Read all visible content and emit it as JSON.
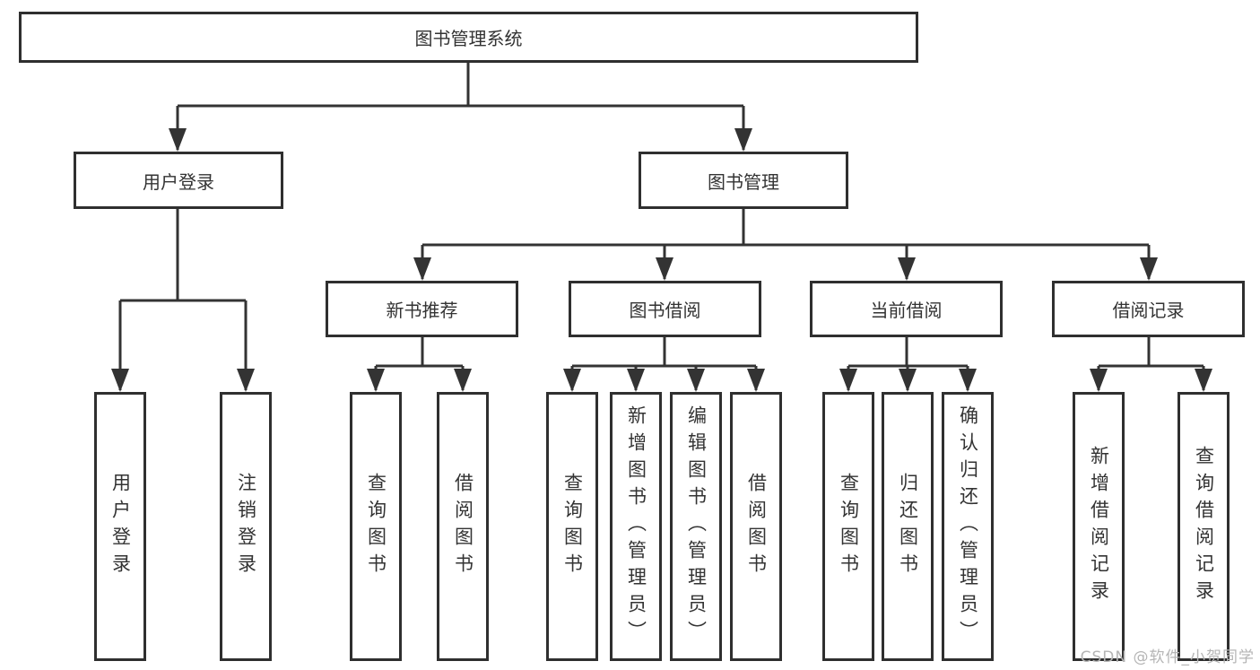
{
  "diagram": {
    "title": "图书管理系统",
    "colors": {
      "line": "#333333",
      "border": "#2f2f2f",
      "text": "#333333",
      "box_bg": "#ffffff"
    },
    "tree": {
      "label": "图书管理系统",
      "children": [
        {
          "label": "用户登录",
          "children": [
            {
              "label": "用户登录"
            },
            {
              "label": "注销登录"
            }
          ]
        },
        {
          "label": "图书管理",
          "children": [
            {
              "label": "新书推荐",
              "children": [
                {
                  "label": "查询图书"
                },
                {
                  "label": "借阅图书"
                }
              ]
            },
            {
              "label": "图书借阅",
              "children": [
                {
                  "label": "查询图书"
                },
                {
                  "label": "新增图书（管理员）"
                },
                {
                  "label": "编辑图书（管理员）"
                },
                {
                  "label": "借阅图书"
                }
              ]
            },
            {
              "label": "当前借阅",
              "children": [
                {
                  "label": "查询图书"
                },
                {
                  "label": "归还图书"
                },
                {
                  "label": "确认归还（管理员）"
                }
              ]
            },
            {
              "label": "借阅记录",
              "children": [
                {
                  "label": "新增借阅记录"
                },
                {
                  "label": "查询借阅记录"
                }
              ]
            }
          ]
        }
      ]
    }
  },
  "watermark": {
    "text": "CSDN @软件_小贺同学",
    "color": "#b5b5b5"
  }
}
